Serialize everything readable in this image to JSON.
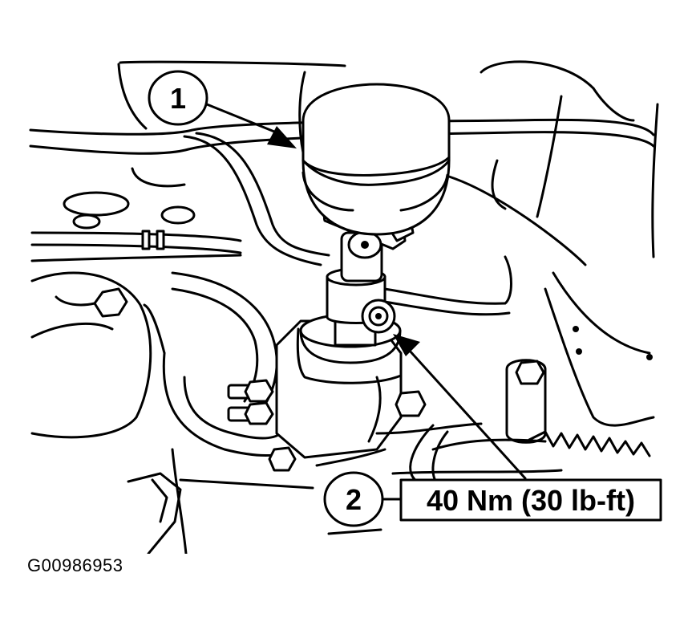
{
  "callouts": [
    {
      "number": "1"
    },
    {
      "number": "2",
      "spec": "40 Nm (30 lb-ft)"
    }
  ],
  "figure_id": "G00986953",
  "colors": {
    "line": "#000000",
    "background": "#ffffff"
  }
}
